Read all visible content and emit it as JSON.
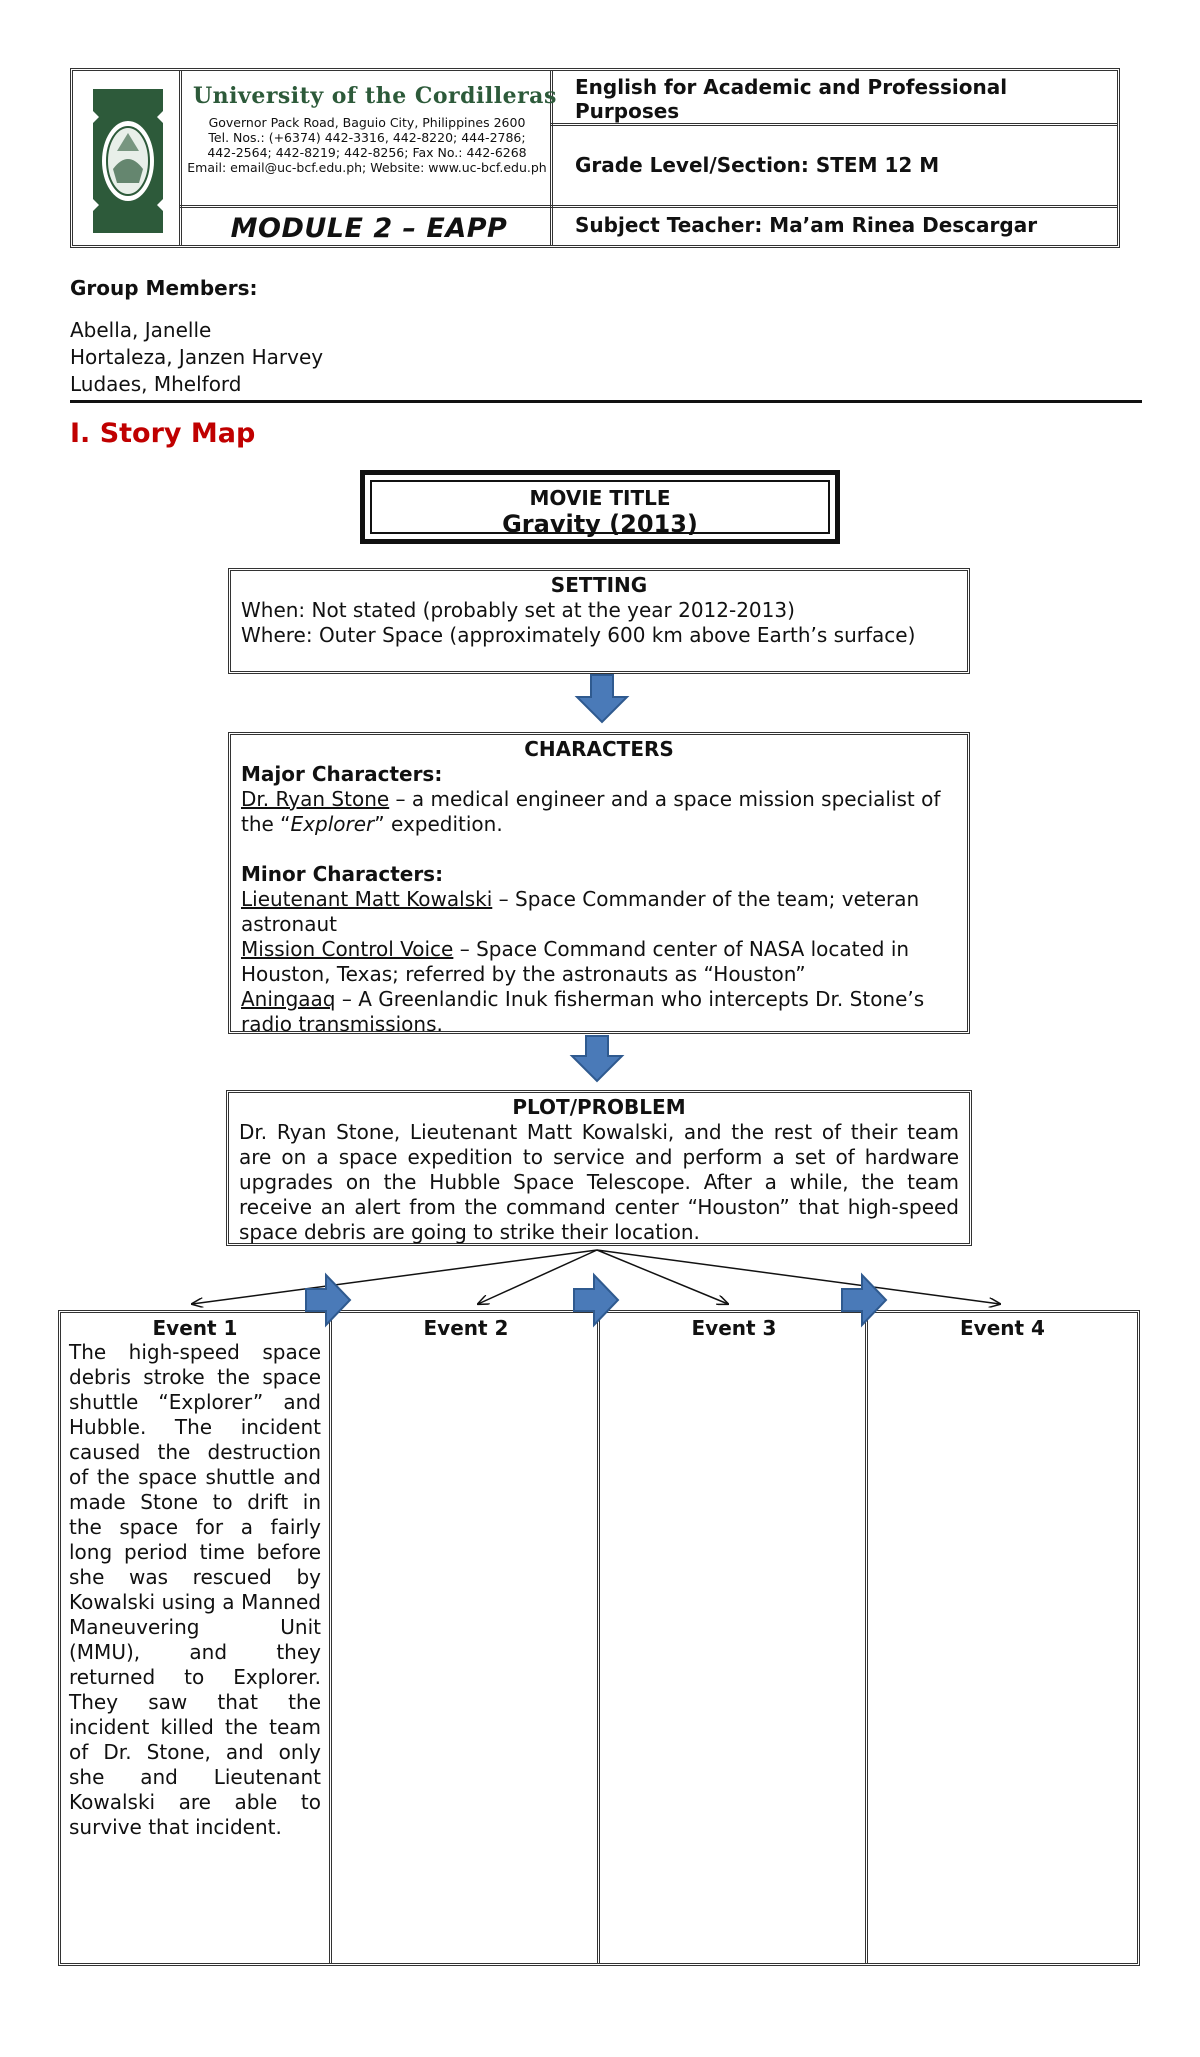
{
  "header": {
    "university": "University of the Cordilleras",
    "address_lines": [
      "Governor Pack Road, Baguio City, Philippines 2600",
      "Tel. Nos.: (+6374) 442-3316, 442-8220; 444-2786;",
      "442-2564; 442-8219; 442-8256; Fax No.: 442-6268",
      "Email: email@uc-bcf.edu.ph; Website: www.uc-bcf.edu.ph"
    ],
    "module": "MODULE 2 – EAPP",
    "subject": "English for Academic and Professional Purposes",
    "grade": "Grade Level/Section: STEM 12 M",
    "teacher": "Subject Teacher: Ma’am Rinea Descargar",
    "seal_color": "#2d5a3a"
  },
  "group": {
    "label": "Group Members:",
    "members": [
      "Abella, Janelle",
      "Hortaleza, Janzen Harvey",
      "Ludaes, Mhelford"
    ]
  },
  "section_title": "I. Story Map",
  "movie": {
    "label": "MOVIE TITLE",
    "title": "Gravity (2013)"
  },
  "setting": {
    "label": "SETTING",
    "when": "When: Not stated (probably set at the year 2012-2013)",
    "where": "Where: Outer Space (approximately 600 km above Earth’s surface)"
  },
  "characters": {
    "label": "CHARACTERS",
    "major_label": "Major Characters:",
    "major": [
      {
        "name": "Dr. Ryan Stone",
        "desc_pre": " – a medical engineer and a space mission specialist of the “",
        "desc_em": "Explorer",
        "desc_post": "” expedition."
      }
    ],
    "minor_label": "Minor Characters:",
    "minor": [
      {
        "name": "Lieutenant Matt Kowalski",
        "desc": " – Space Commander of the team; veteran astronaut"
      },
      {
        "name": "Mission Control Voice",
        "desc": " – Space Command center of NASA located in Houston, Texas; referred by the astronauts as “Houston”"
      },
      {
        "name": "Aningaaq",
        "desc": " – A Greenlandic Inuk fisherman who intercepts Dr. Stone’s radio transmissions."
      }
    ]
  },
  "plot": {
    "label": "PLOT/PROBLEM",
    "text": "Dr. Ryan Stone, Lieutenant Matt Kowalski, and the rest of their team are on a space expedition to service and perform a set of hardware upgrades on the Hubble Space Telescope. After a while, the team receive an alert from the command center “Houston” that high-speed space debris are going to strike their location."
  },
  "events": [
    {
      "label": "Event 1",
      "text": "The high-speed space debris stroke the space shuttle “Explorer” and Hubble. The incident caused the destruction of the space shuttle and made Stone to drift in the space for a fairly long period time before she was rescued by Kowalski using a Manned Maneuvering Unit (MMU), and they returned to Explorer. They saw that the incident killed the team of Dr. Stone, and only she and Lieutenant Kowalski are able to survive that incident."
    },
    {
      "label": "Event 2",
      "text": ""
    },
    {
      "label": "Event 3",
      "text": ""
    },
    {
      "label": "Event 4",
      "text": ""
    }
  ],
  "colors": {
    "arrow_fill": "#4a7ab8",
    "arrow_stroke": "#2f5a8f",
    "section_red": "#c00000"
  }
}
